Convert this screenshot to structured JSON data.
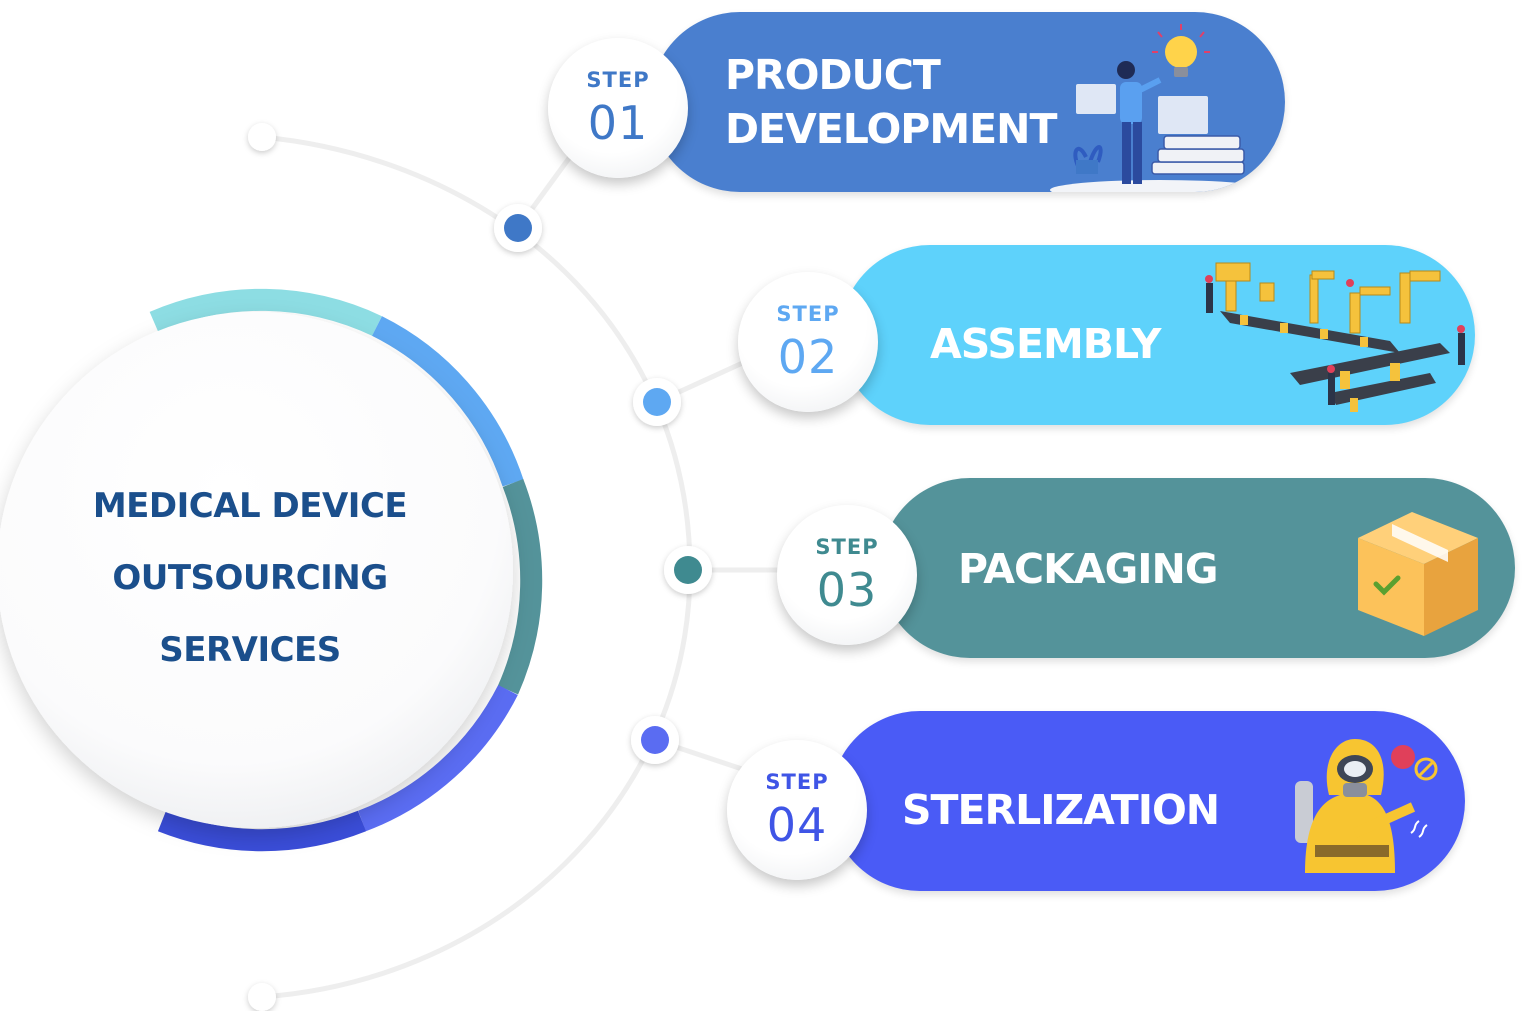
{
  "center": {
    "line1": "MEDICAL DEVICE",
    "line2": "OUTSOURCING",
    "line3": "SERVICES",
    "text_color": "#1b4f8c"
  },
  "steps": [
    {
      "step_label": "STEP",
      "number": "01",
      "title_line1": "PRODUCT",
      "title_line2": "DEVELOPMENT",
      "color": "#4a7fcf",
      "number_color": "#3f78c7",
      "illustration": "product-development-illustration"
    },
    {
      "step_label": "STEP",
      "number": "02",
      "title_line1": "ASSEMBLY",
      "title_line2": "",
      "color": "#5ed2fb",
      "number_color": "#5ea8f2",
      "illustration": "assembly-line-illustration"
    },
    {
      "step_label": "STEP",
      "number": "03",
      "title_line1": "PACKAGING",
      "title_line2": "",
      "color": "#54939a",
      "number_color": "#3f8a90",
      "illustration": "cardboard-box-illustration"
    },
    {
      "step_label": "STEP",
      "number": "04",
      "title_line1": "STERLIZATION",
      "title_line2": "",
      "color": "#4a5bf6",
      "number_color": "#3f55e6",
      "illustration": "hazmat-worker-illustration"
    }
  ],
  "ring_colors": [
    "#8ddde3",
    "#5ea8f2",
    "#54939a",
    "#5a6cf2",
    "#3a4dd8"
  ]
}
